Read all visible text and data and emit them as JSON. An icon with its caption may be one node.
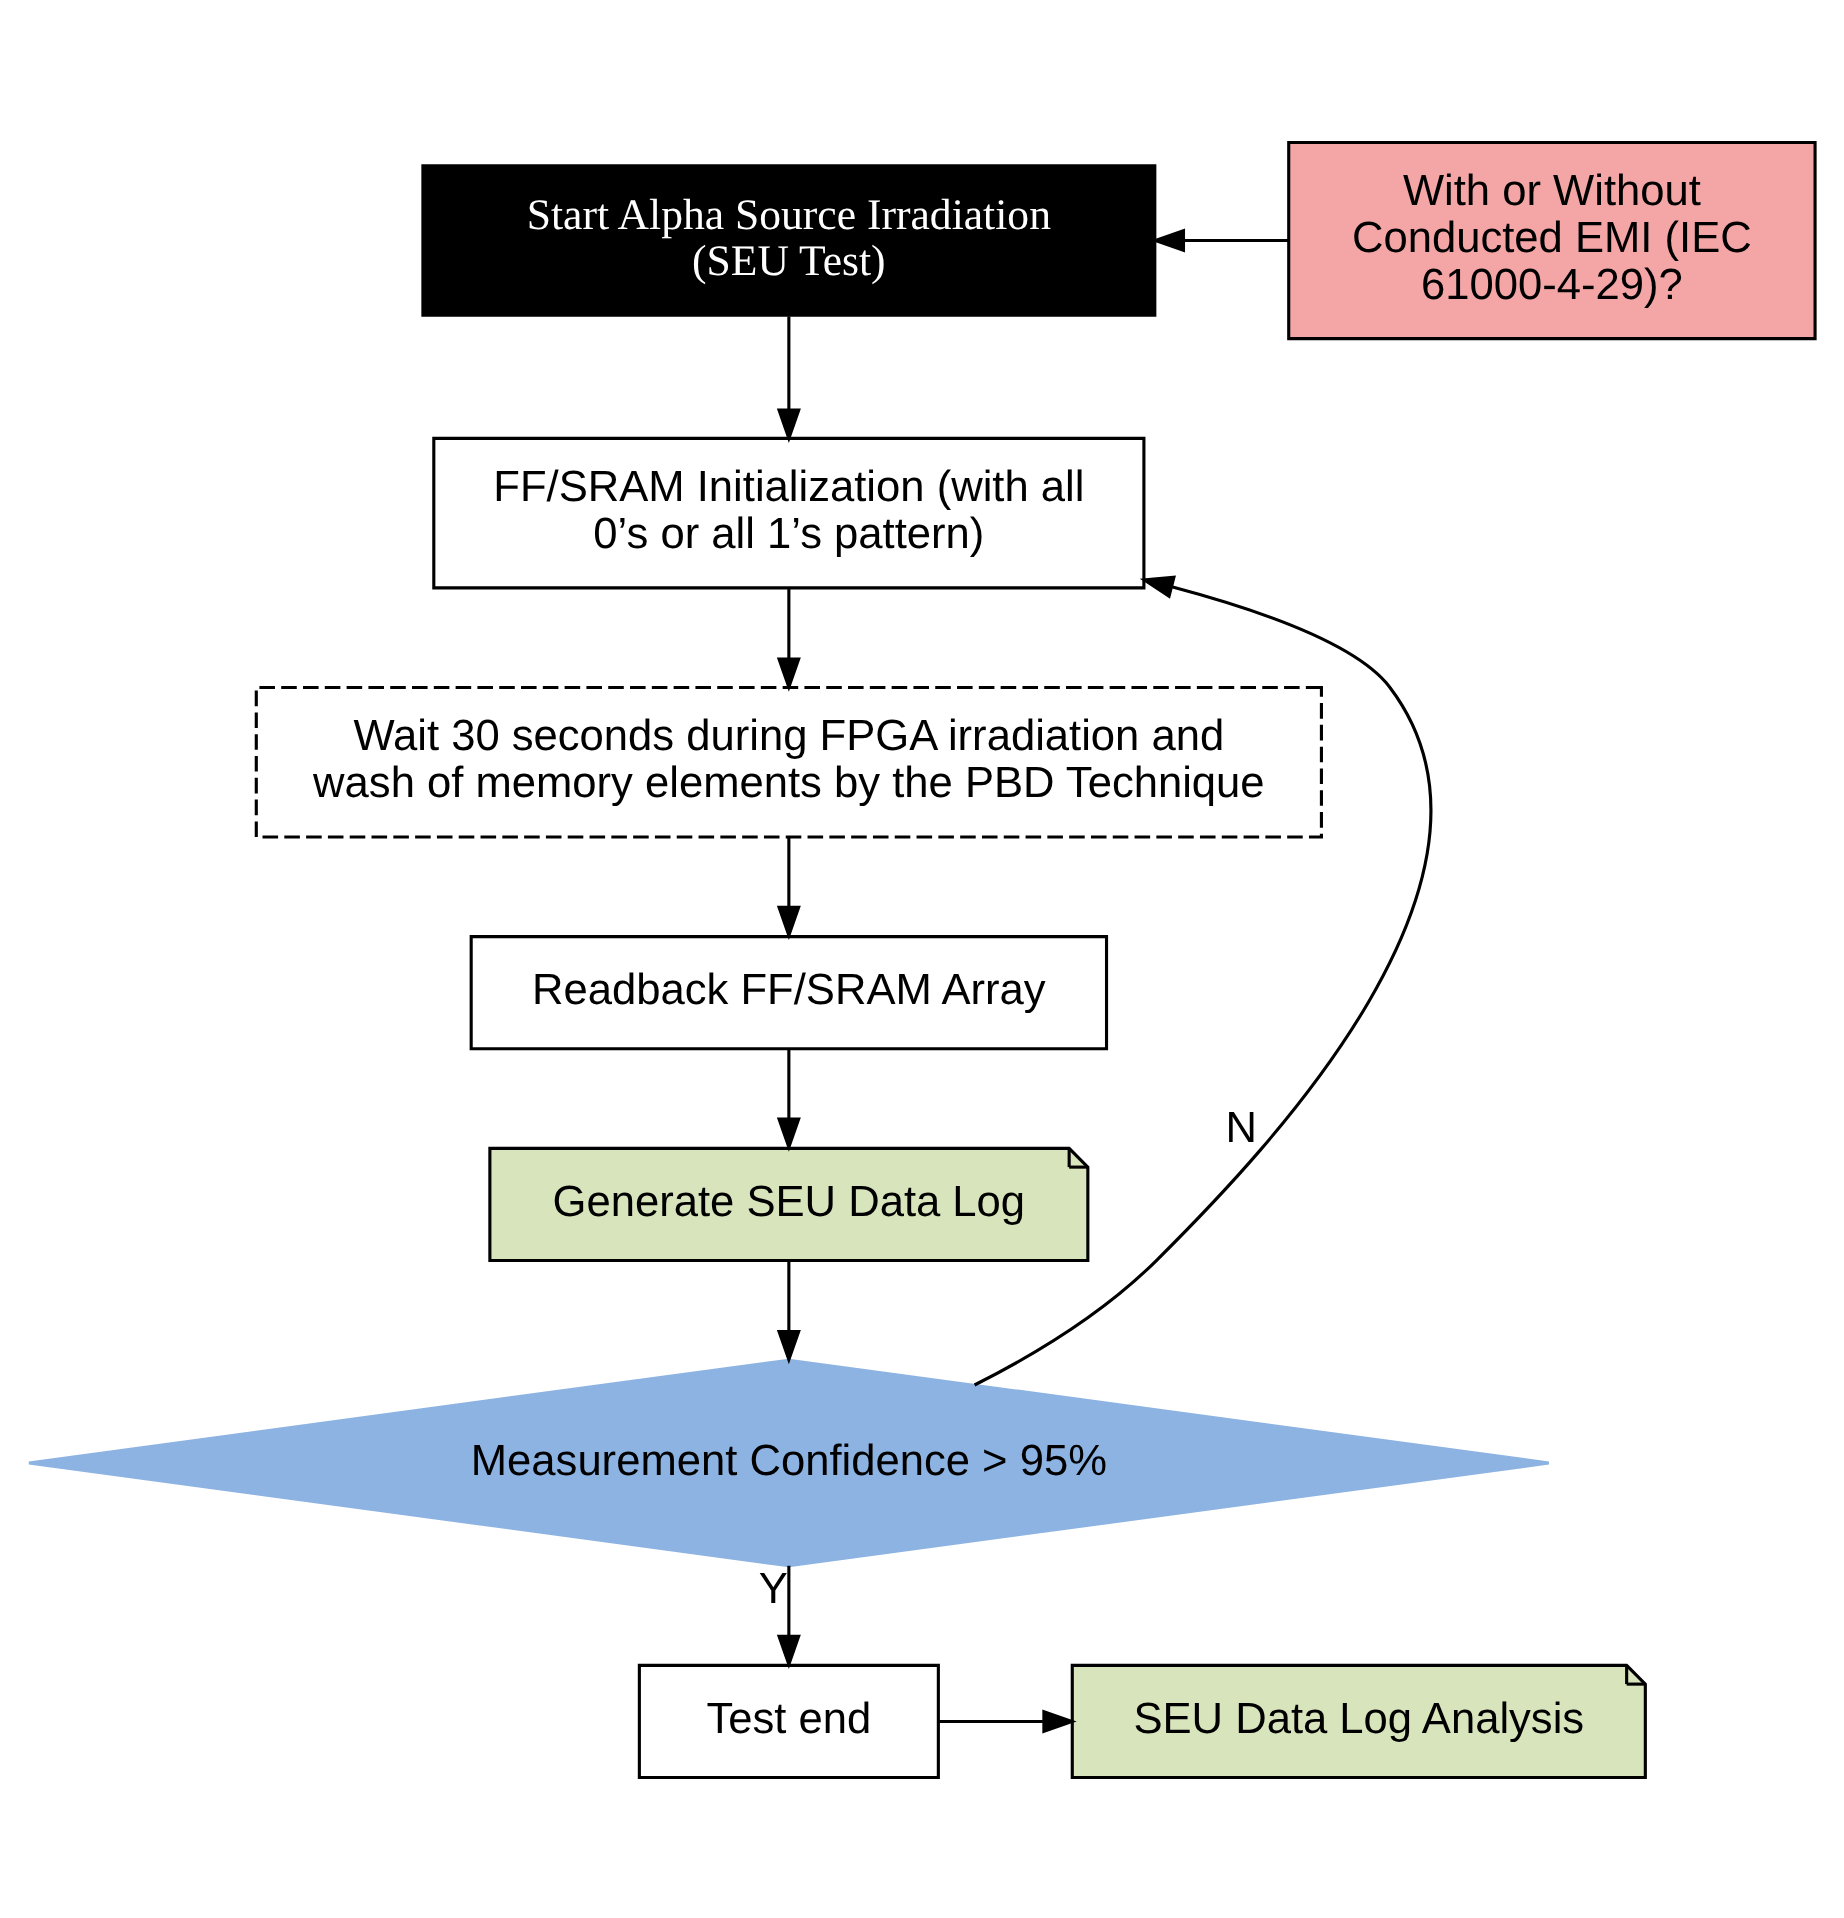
{
  "diagram": {
    "nodes": [
      {
        "text": [
          "Start Alpha Source Irradiation (SEU Test)"
        ]
      },
      {
        "text": [
          "With or Without Conducted EMI (IEC 61000-4-29)?"
        ]
      },
      {
        "text": [
          "FF/SRAM Initialization (with all 0’s or all 1’s pattern)"
        ]
      },
      {
        "text": [
          "Wait 30 seconds during FPGA irradiation and wash of memory elements by the PBD Technique"
        ]
      },
      {
        "text": [
          "Readback FF/SRAM Array"
        ]
      },
      {
        "text": [
          "Generate SEU Data Log"
        ]
      },
      {
        "text": [
          "Measurement Confidence > 95%"
        ]
      },
      {
        "text": [
          "Test end"
        ]
      },
      {
        "text": [
          "SEU Data Log Analysis"
        ]
      }
    ],
    "edges": [
      {
        "from": 1,
        "to": 0,
        "arrow": "to"
      },
      {
        "from": 0,
        "to": 2,
        "arrow": "to"
      },
      {
        "from": 2,
        "to": 3,
        "arrow": "to"
      },
      {
        "from": 3,
        "to": 4,
        "arrow": "to"
      },
      {
        "from": 4,
        "to": 5,
        "arrow": "to"
      },
      {
        "from": 5,
        "to": 6,
        "arrow": "to"
      },
      {
        "from": 6,
        "to": 2,
        "arrow": "to",
        "label": "N"
      },
      {
        "from": 6,
        "to": 7,
        "arrow": "to",
        "label": "Y"
      },
      {
        "from": 7,
        "to": 8,
        "arrow": "to"
      }
    ]
  }
}
